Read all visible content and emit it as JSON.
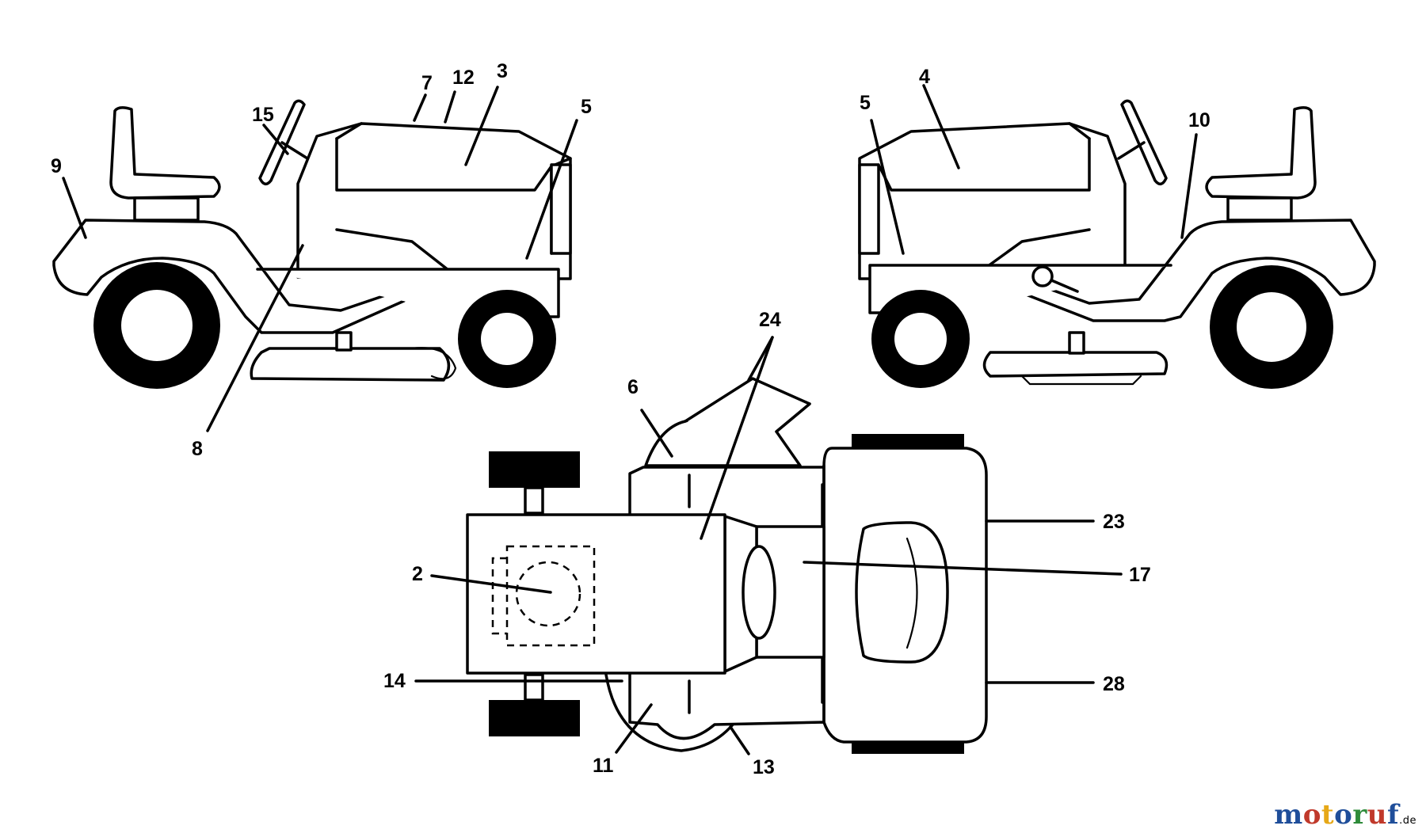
{
  "callouts": {
    "c2": "2",
    "c3": "3",
    "c4": "4",
    "c5a": "5",
    "c5b": "5",
    "c6": "6",
    "c7": "7",
    "c8": "8",
    "c9": "9",
    "c10": "10",
    "c11": "11",
    "c12": "12",
    "c13": "13",
    "c14": "14",
    "c15": "15",
    "c17": "17",
    "c23": "23",
    "c24": "24",
    "c28": "28"
  },
  "watermark": {
    "letters": [
      "m",
      "o",
      "t",
      "o",
      "r",
      "u",
      "f"
    ],
    "colors": [
      "#1f4e9a",
      "#c0392b",
      "#e6a817",
      "#1f4e9a",
      "#2e8b3a",
      "#c0392b",
      "#1f4e9a"
    ],
    "suffix": ".de"
  }
}
